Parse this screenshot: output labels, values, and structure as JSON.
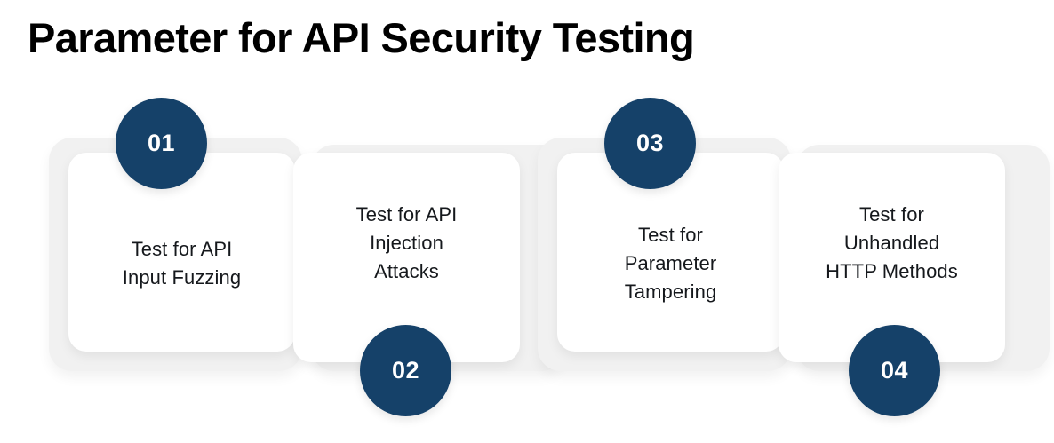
{
  "title": "Parameter for API Security Testing",
  "colors": {
    "badge_navy": "#154169",
    "badge_text": "#ffffff",
    "card_white": "#ffffff",
    "card_backing_gray": "#f1f1f1",
    "title_text": "#000000",
    "body_text": "#15181c",
    "page_background": "#ffffff"
  },
  "steps": [
    {
      "number": "01",
      "label": "Test for API\nInput Fuzzing",
      "badge_position": "top"
    },
    {
      "number": "02",
      "label": "Test for API\nInjection\nAttacks",
      "badge_position": "bottom"
    },
    {
      "number": "03",
      "label": "Test for\nParameter\nTampering",
      "badge_position": "top"
    },
    {
      "number": "04",
      "label": "Test for\nUnhandled\nHTTP Methods",
      "badge_position": "bottom"
    }
  ]
}
